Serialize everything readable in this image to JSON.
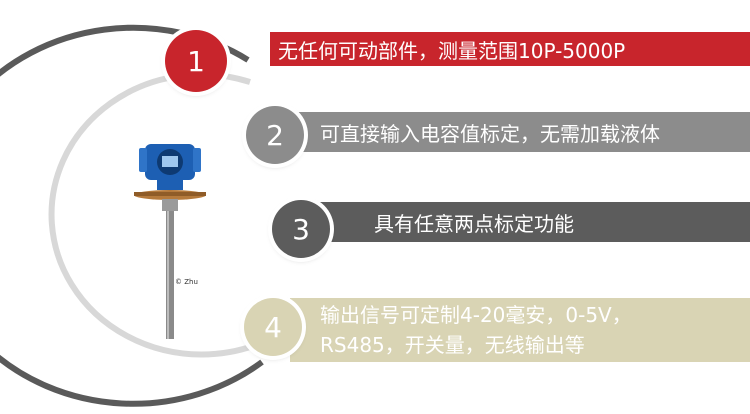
{
  "features": [
    {
      "number": "1",
      "text": "无任何可动部件，测量范围10P-5000P",
      "color": "#c8252c"
    },
    {
      "number": "2",
      "text": "可直接输入电容值标定，无需加载液体",
      "color": "#8c8c8c"
    },
    {
      "number": "3",
      "text": "具有任意两点标定功能",
      "color": "#5c5c5c"
    },
    {
      "number": "4",
      "text_line1": "输出信号可定制4-20毫安，0-5V，",
      "text_line2": "RS485，开关量，无线输出等",
      "color": "#d9d4b4"
    }
  ],
  "watermark": "© Zhu"
}
